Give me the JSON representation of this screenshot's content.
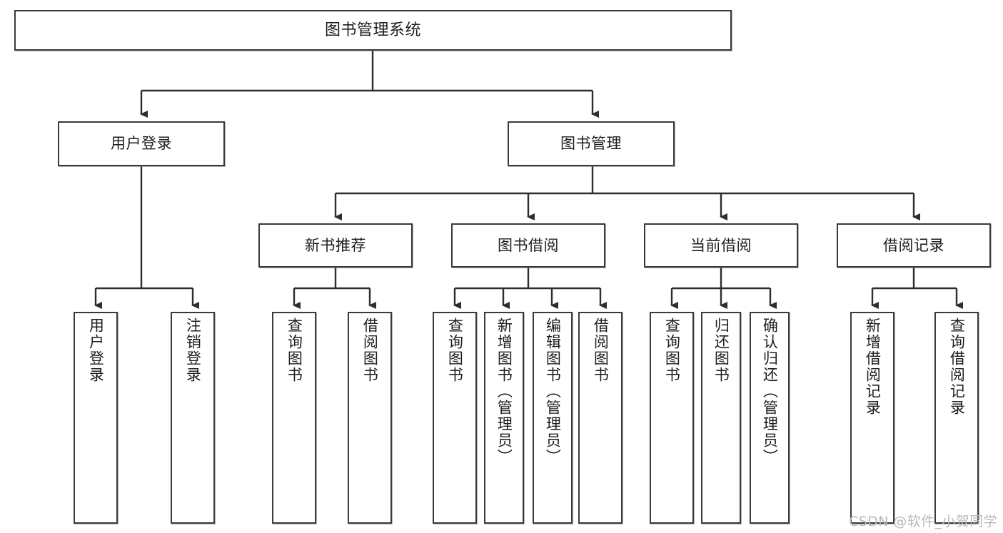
{
  "diagram": {
    "title_node": {
      "label": "图书管理系统"
    },
    "level1": [
      {
        "id": "user-login",
        "label": "用户登录"
      },
      {
        "id": "book-management",
        "label": "图书管理"
      }
    ],
    "level2": [
      {
        "id": "new-book-recommend",
        "label": "新书推荐"
      },
      {
        "id": "book-borrow",
        "label": "图书借阅"
      },
      {
        "id": "current-borrow",
        "label": "当前借阅"
      },
      {
        "id": "borrow-record",
        "label": "借阅记录"
      }
    ],
    "leaves": [
      {
        "id": "leaf-user-login",
        "label": "用户登录"
      },
      {
        "id": "leaf-logout-login",
        "label": "注销登录"
      },
      {
        "id": "leaf-query-book-1",
        "label": "查询图书"
      },
      {
        "id": "leaf-borrow-book-1",
        "label": "借阅图书"
      },
      {
        "id": "leaf-query-book-2",
        "label": "查询图书"
      },
      {
        "id": "leaf-add-book",
        "label": "新增图书（管理员）"
      },
      {
        "id": "leaf-edit-book",
        "label": "编辑图书（管理员）"
      },
      {
        "id": "leaf-borrow-book-2",
        "label": "借阅图书"
      },
      {
        "id": "leaf-query-book-3",
        "label": "查询图书"
      },
      {
        "id": "leaf-return-book",
        "label": "归还图书"
      },
      {
        "id": "leaf-confirm-return",
        "label": "确认归还（管理员）"
      },
      {
        "id": "leaf-add-record",
        "label": "新增借阅记录"
      },
      {
        "id": "leaf-query-record",
        "label": "查询借阅记录"
      }
    ],
    "colors": {
      "stroke": "#3a3a3a",
      "fill": "#ffffff",
      "text": "#1d1d1d",
      "watermark": "#b9b9b9"
    }
  },
  "watermark": {
    "text": "CSDN @软件_小贺同学"
  }
}
